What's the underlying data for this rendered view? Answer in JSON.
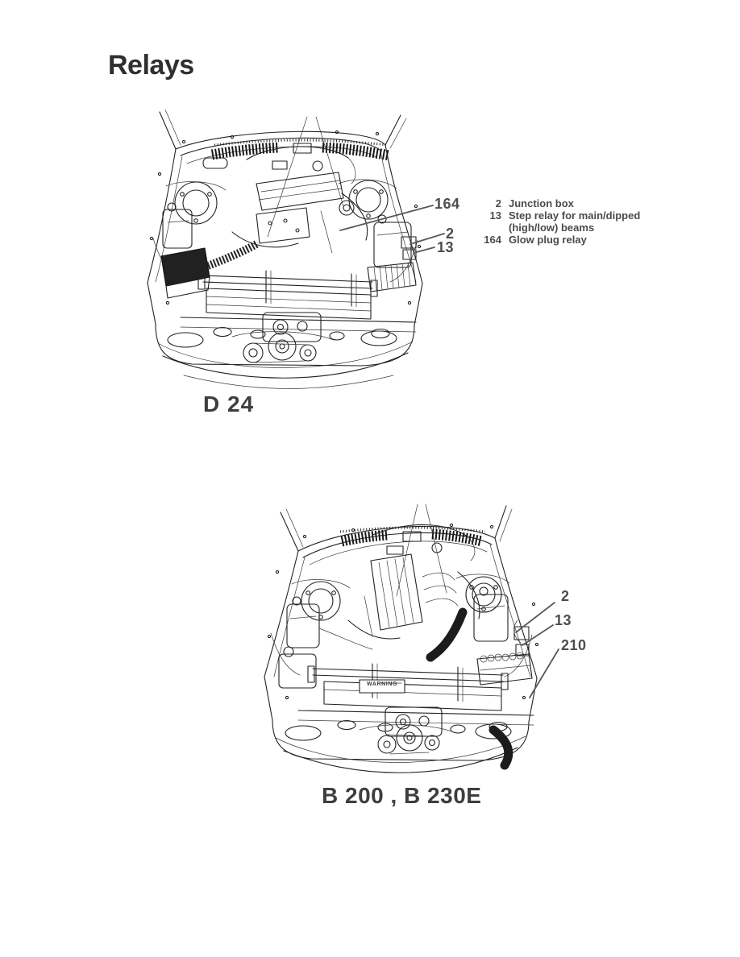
{
  "page": {
    "title": "Relays",
    "background_color": "#ffffff",
    "ink_color": "#222222"
  },
  "legend": {
    "items": [
      {
        "number": "2",
        "label": "Junction box"
      },
      {
        "number": "13",
        "label": "Step relay for main/dipped",
        "label_line2": "(high/low) beams"
      },
      {
        "number": "164",
        "label": "Glow plug relay"
      }
    ]
  },
  "figures": [
    {
      "caption": "D 24",
      "callouts": [
        {
          "number": "164"
        },
        {
          "number": "2"
        },
        {
          "number": "13"
        }
      ]
    },
    {
      "caption": "B 200 , B 230E",
      "warning_label": "WARNING",
      "callouts": [
        {
          "number": "2"
        },
        {
          "number": "13"
        },
        {
          "number": "210"
        }
      ]
    }
  ]
}
